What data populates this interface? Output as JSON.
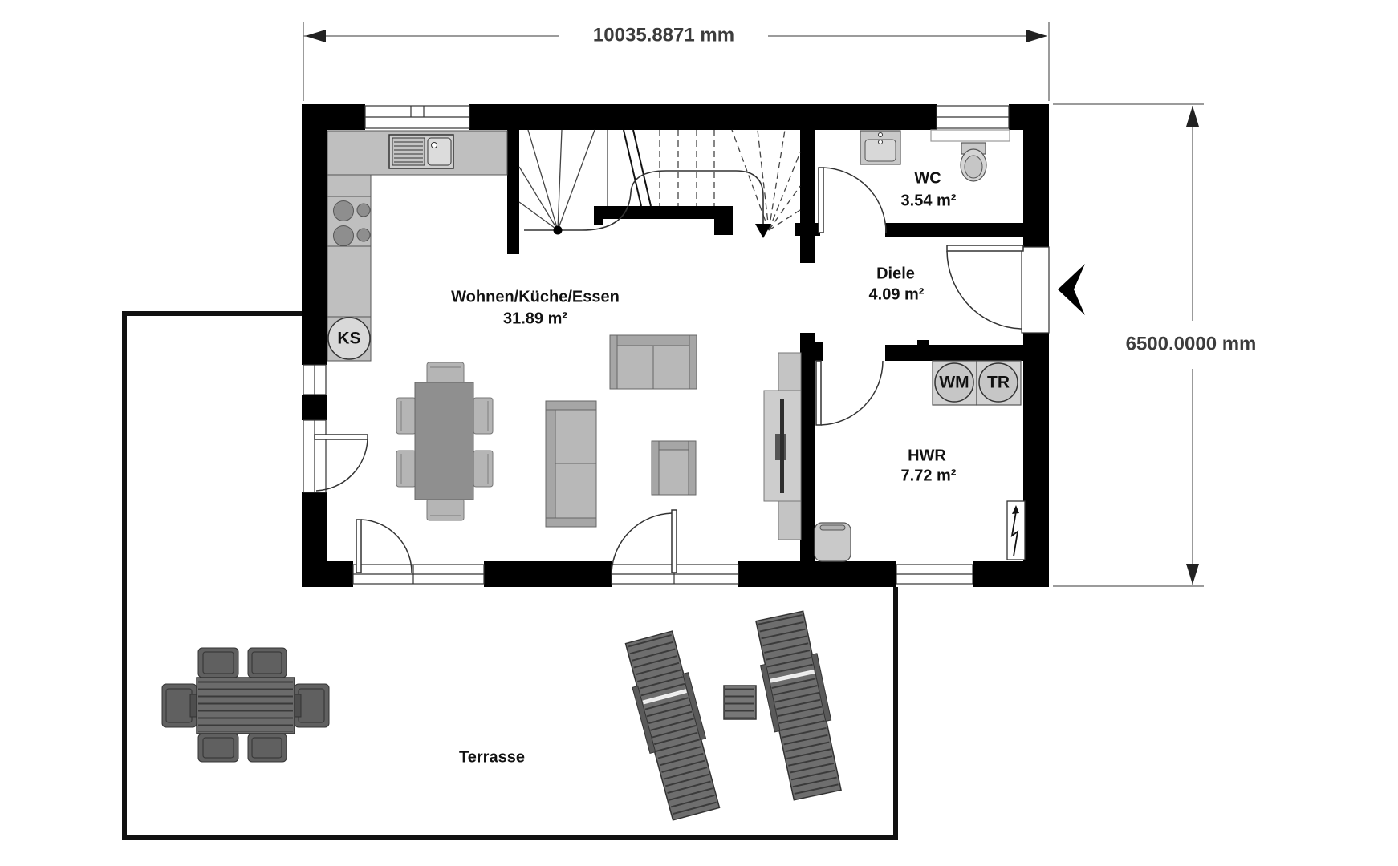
{
  "dimensions": {
    "width_label": "10035.8871 mm",
    "height_label": "6500.0000 mm"
  },
  "rooms": [
    {
      "name": "Wohnen/Küche/Essen",
      "area": "31.89 m²"
    },
    {
      "name": "WC",
      "area": "3.54 m²"
    },
    {
      "name": "Diele",
      "area": "4.09 m²"
    },
    {
      "name": "HWR",
      "area": "7.72 m²"
    }
  ],
  "terrace": {
    "label": "Terrasse"
  },
  "appliances": {
    "fridge": "KS",
    "washer": "WM",
    "dryer": "TR"
  },
  "colors": {
    "wall": "#000000",
    "counter": "#c0c0c0",
    "furniture_light": "#b8b8b8",
    "furniture_dark": "#8f8f8f",
    "terrace_furniture": "#6e6e6e",
    "dimension": "#3c3c3c"
  }
}
